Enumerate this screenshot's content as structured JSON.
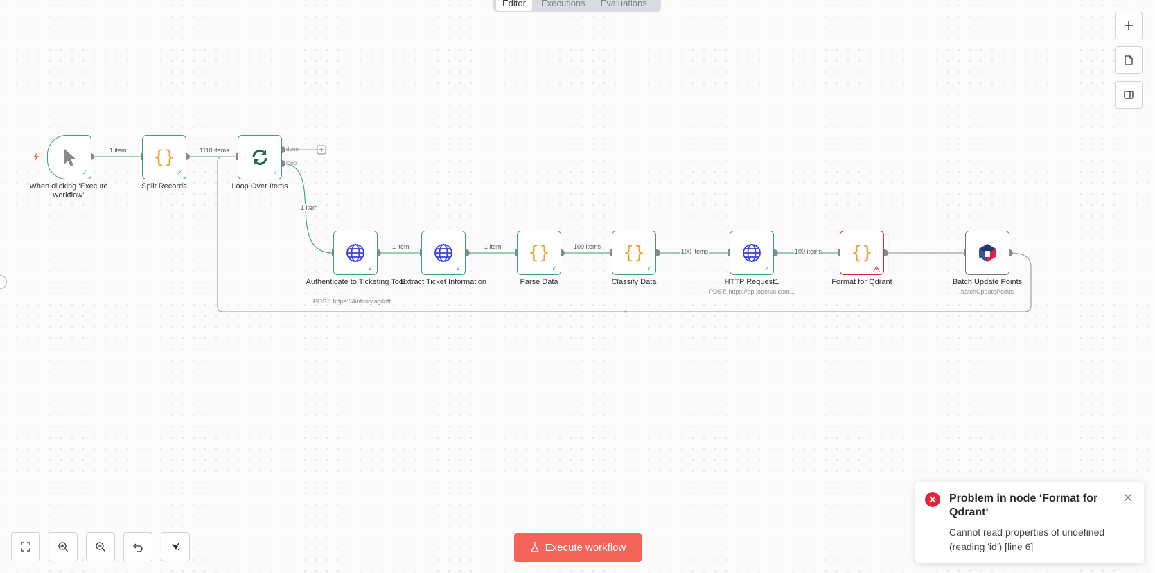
{
  "tabs": [
    {
      "label": "Editor"
    },
    {
      "label": "Executions"
    },
    {
      "label": "Evaluations"
    }
  ],
  "nodes": {
    "trigger": {
      "label": "When clicking ‘Execute workflow’"
    },
    "split": {
      "label": "Split Records"
    },
    "loop": {
      "label": "Loop Over Items",
      "done_label": "done",
      "loop_label": "loop"
    },
    "auth": {
      "label": "Authenticate to Ticketing Tool",
      "sub": "POST: https://4infinity.agiloft...."
    },
    "extract": {
      "label": "Extract Ticket Information"
    },
    "parse": {
      "label": "Parse Data"
    },
    "classify": {
      "label": "Classify Data"
    },
    "http": {
      "label": "HTTP Request1",
      "sub": "POST: https://api.openai.com..."
    },
    "format": {
      "label": "Format for Qdrant"
    },
    "batch": {
      "label": "Batch Update Points",
      "sub": "batchUpdatePoints"
    }
  },
  "connections": {
    "trigger_split": "1 item",
    "split_loop": "1110 items",
    "loop_auth": "1 item",
    "auth_extract": "1 item",
    "extract_parse": "1 item",
    "parse_classify": "100 items",
    "classify_http": "100 items",
    "http_format": "100 items"
  },
  "execute_button": {
    "label": "Execute workflow"
  },
  "toast": {
    "title": "Problem in node ‘Format for Qdrant‘",
    "message": "Cannot read properties of undefined (reading 'id') [line 6]"
  },
  "colors": {
    "accent": "#f4635a",
    "success": "#3da06e",
    "error": "#e0263b",
    "code_icon": "#f0a030",
    "globe_icon": "#3a3ee0"
  }
}
